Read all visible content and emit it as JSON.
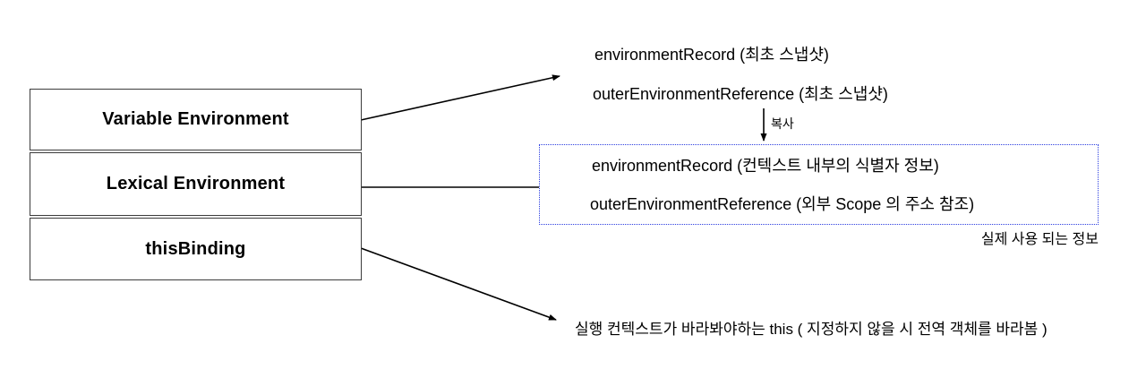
{
  "colors": {
    "background": "#ffffff",
    "text": "#000000",
    "box_border": "#3c3c3c",
    "highlight_border": "#2d3fe0",
    "arrow": "#000000"
  },
  "stack": {
    "boxes": [
      {
        "id": "variable-environment",
        "label": "Variable Environment"
      },
      {
        "id": "lexical-environment",
        "label": "Lexical Environment"
      },
      {
        "id": "this-binding",
        "label": "thisBinding"
      }
    ]
  },
  "snapshot": {
    "environment_record": "environmentRecord (최초 스냅샷)",
    "outer_environment_reference": "outerEnvironmentReference (최초 스냅샷)"
  },
  "copy_label": "복사",
  "active_environment": {
    "environment_record": "environmentRecord (컨텍스트 내부의 식별자 정보)",
    "outer_environment_reference": "outerEnvironmentReference (외부 Scope 의 주소 참조)",
    "caption": "실제 사용 되는 정보"
  },
  "this_binding_note": "실행 컨텍스트가 바라봐야하는 this ( 지정하지 않을 시 전역 객체를 바라봄 )"
}
